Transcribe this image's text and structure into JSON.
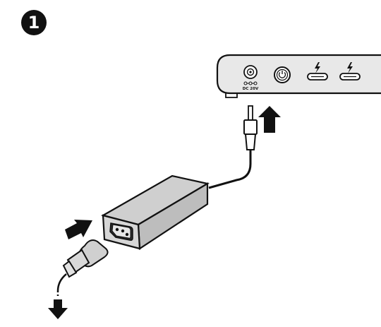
{
  "step": {
    "number": "1"
  },
  "dock": {
    "power_label": "DC 20V",
    "ports": [
      "dc-in-port",
      "power-button",
      "thunderbolt-port",
      "thunderbolt-port"
    ]
  },
  "icons": {
    "badge": "step-number-badge",
    "dc_polarity": "dc-polarity-symbol",
    "power": "power-icon",
    "thunderbolt": "thunderbolt-icon",
    "up_arrow": "arrow-up-icon",
    "right_arrow": "arrow-right-icon",
    "down_arrow": "arrow-down-icon"
  },
  "colors": {
    "ink": "#111111",
    "adapter_fill": "#c9c9c9",
    "dock_fill": "#e6e6e6"
  }
}
